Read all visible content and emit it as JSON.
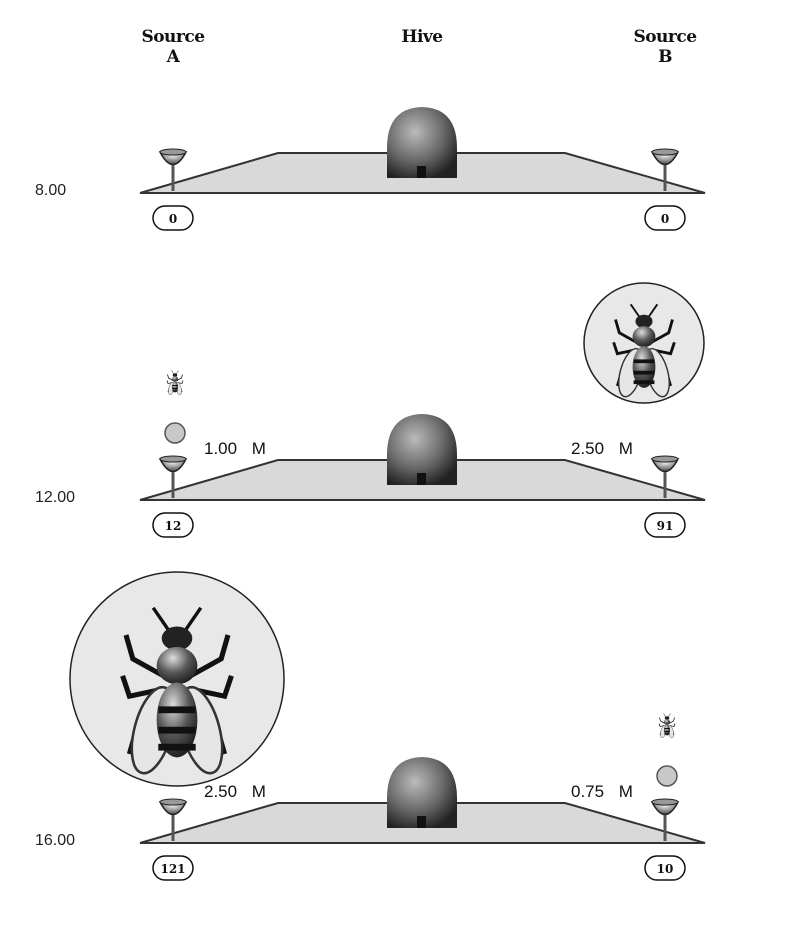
{
  "headers": {
    "source_a": [
      "Source",
      "A"
    ],
    "hive": "Hive",
    "source_b": [
      "Source",
      "B"
    ]
  },
  "panels": [
    {
      "time": "8.00",
      "count_a": "0",
      "count_b": "0",
      "dist_a": null,
      "dist_b": null,
      "dance_side": null,
      "forager_side": null
    },
    {
      "time": "12.00",
      "count_a": "12",
      "count_b": "91",
      "dist_a": "1.00 M",
      "dist_b": "2.50 M",
      "dance_side": "b",
      "forager_side": "a"
    },
    {
      "time": "16.00",
      "count_a": "121",
      "count_b": "10",
      "dist_a": "2.50 M",
      "dist_b": "0.75 M",
      "dance_side": "a",
      "forager_side": "b"
    }
  ],
  "colors": {
    "ground": "#d9d9d9",
    "line": "#333333",
    "hive": "#555555",
    "ball": "#c8c8c8"
  }
}
